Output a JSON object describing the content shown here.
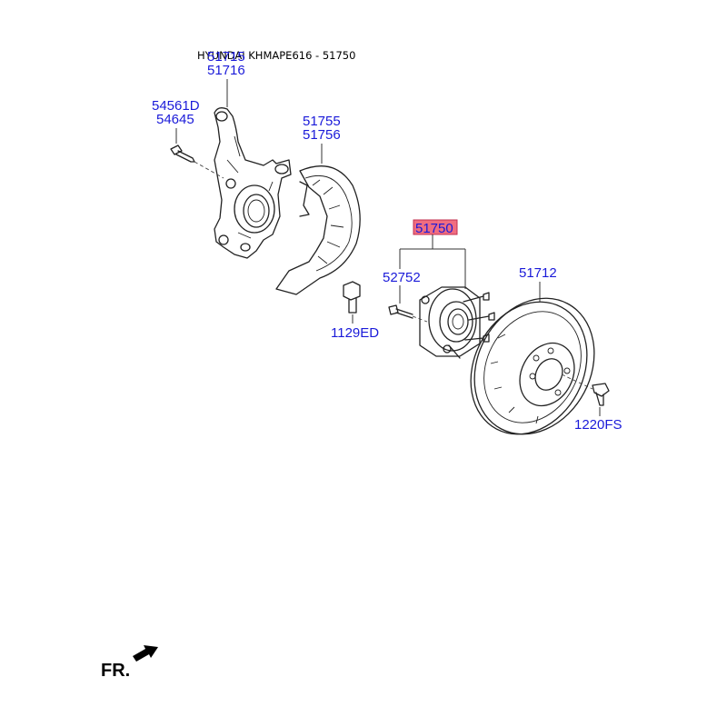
{
  "title": "HYUNDAI KHMAPE616 - 51750",
  "parts": {
    "knuckle": [
      "51715",
      "51716"
    ],
    "knuckle_bolt": [
      "54561D",
      "54645"
    ],
    "dust_cover": [
      "51755",
      "51756"
    ],
    "cover_bolt": "1129ED",
    "hub_assembly": "51750",
    "wheel_bolt": "52752",
    "brake_disc": "51712",
    "disc_screw": "1220FS"
  },
  "highlight_color": "#f06d80",
  "part_number_color": "#1a1ad9",
  "direction": {
    "label": "FR.",
    "icon": "arrow-icon"
  }
}
